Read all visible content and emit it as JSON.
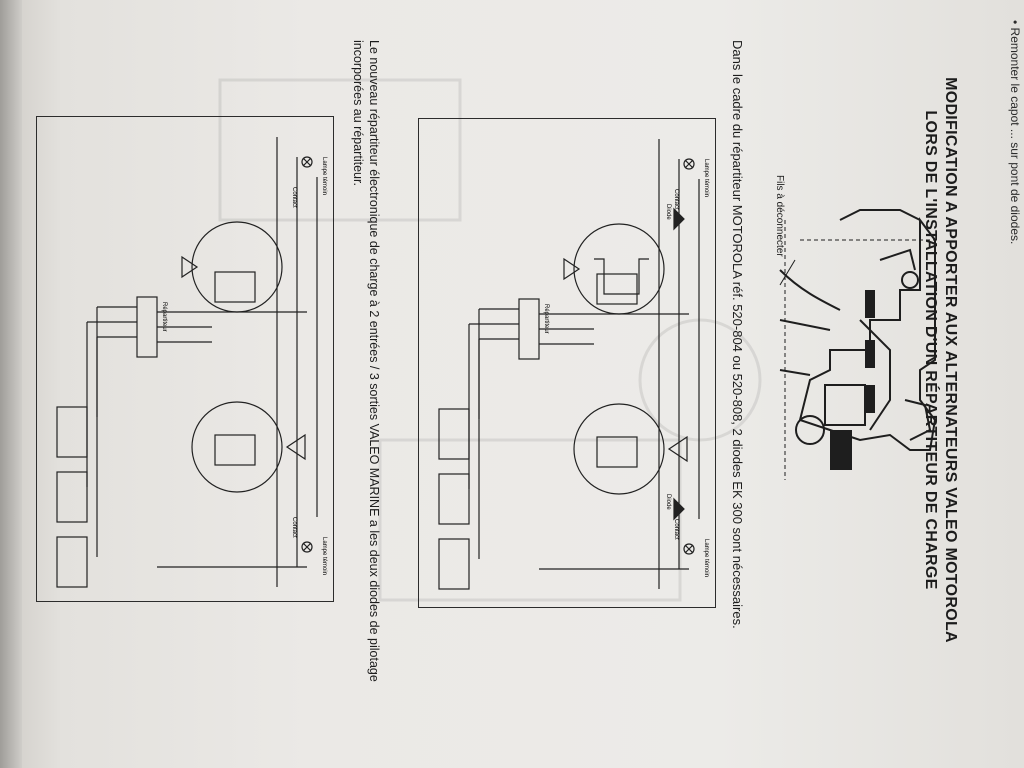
{
  "document": {
    "title_line1": "MODIFICATION A APPORTER AUX ALTERNATEURS VALEO MOTOROLA",
    "title_line2": "LORS DE L'INSTALLATION D'UN RÉPARTITEUR DE CHARGE",
    "intro": "Dans le cadre du répartiteur MOTOROLA réf. 520-804 ou 520-808, 2 diodes EK 300 sont nécessaires.",
    "previous_fragment": "• Remonter le capot ... sur pont de diodes.",
    "footer_line1": "Le nouveau répartiteur électronique de charge à 2 entrées / 3 sorties VALEO MARINE a les deux diodes de pilotage",
    "footer_line2": "incorporées au répartiteur."
  },
  "figure": {
    "fils_label": "Fils à déconnecter"
  },
  "diagram_top": {
    "lamp_label": "Lampe témoin",
    "contact_label": "Contact",
    "diode_label": "Diode",
    "repartiteur_label": "Répartiteur"
  },
  "diagram_bottom": {
    "lamp_label": "Lampe témoin",
    "contact_label": "Contact",
    "repartiteur_label": "Répartiteur"
  }
}
